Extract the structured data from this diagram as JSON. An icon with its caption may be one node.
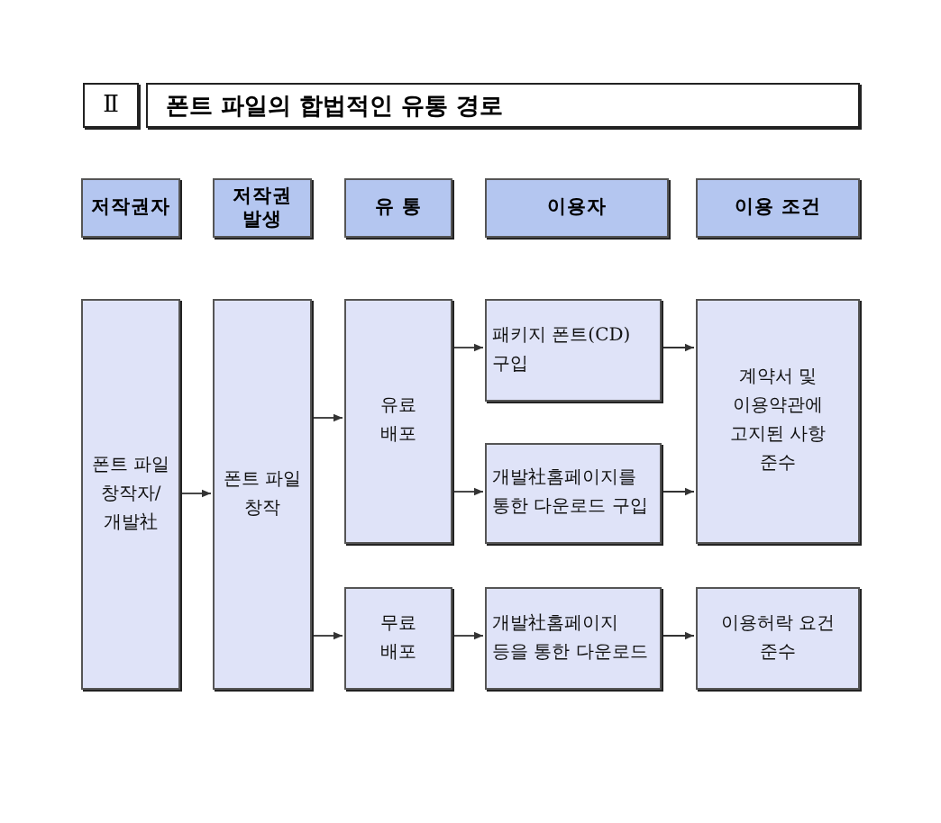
{
  "diagram": {
    "title": "폰트 파일의 합법적인 유통 경로",
    "nodes": [
      {
        "text": [
          "Ⅱ"
        ]
      },
      {
        "text": [
          "저작권자"
        ]
      },
      {
        "text": [
          "저작권 발생"
        ]
      },
      {
        "text": [
          "유 통"
        ]
      },
      {
        "text": [
          "이용자"
        ]
      },
      {
        "text": [
          "이용 조건"
        ]
      },
      {
        "text": [
          "폰트 파일 창작자/ 개발社"
        ]
      },
      {
        "text": [
          "폰트 파일 창작"
        ]
      },
      {
        "text": [
          "유료 배포"
        ]
      },
      {
        "text": [
          "무료 배포"
        ]
      },
      {
        "text": [
          "패키지 폰트(CD) 구입"
        ]
      },
      {
        "text": [
          "개발社홈페이지를 통한 다운로드 구입"
        ]
      },
      {
        "text": [
          "개발社홈페이지 등을 통한 다운로드"
        ]
      },
      {
        "text": [
          "계약서 및 이용약관에 고지된 사항 준수"
        ]
      },
      {
        "text": [
          "이용허락 요건 준수"
        ]
      }
    ],
    "edges": [
      {
        "from": 6,
        "to": 7,
        "arrow": "to"
      },
      {
        "from": 7,
        "to": 8,
        "arrow": "to"
      },
      {
        "from": 7,
        "to": 9,
        "arrow": "to"
      },
      {
        "from": 8,
        "to": 10,
        "arrow": "to"
      },
      {
        "from": 8,
        "to": 11,
        "arrow": "to"
      },
      {
        "from": 9,
        "to": 12,
        "arrow": "to"
      },
      {
        "from": 10,
        "to": 13,
        "arrow": "to"
      },
      {
        "from": 11,
        "to": 13,
        "arrow": "to"
      },
      {
        "from": 12,
        "to": 14,
        "arrow": "to"
      }
    ]
  }
}
